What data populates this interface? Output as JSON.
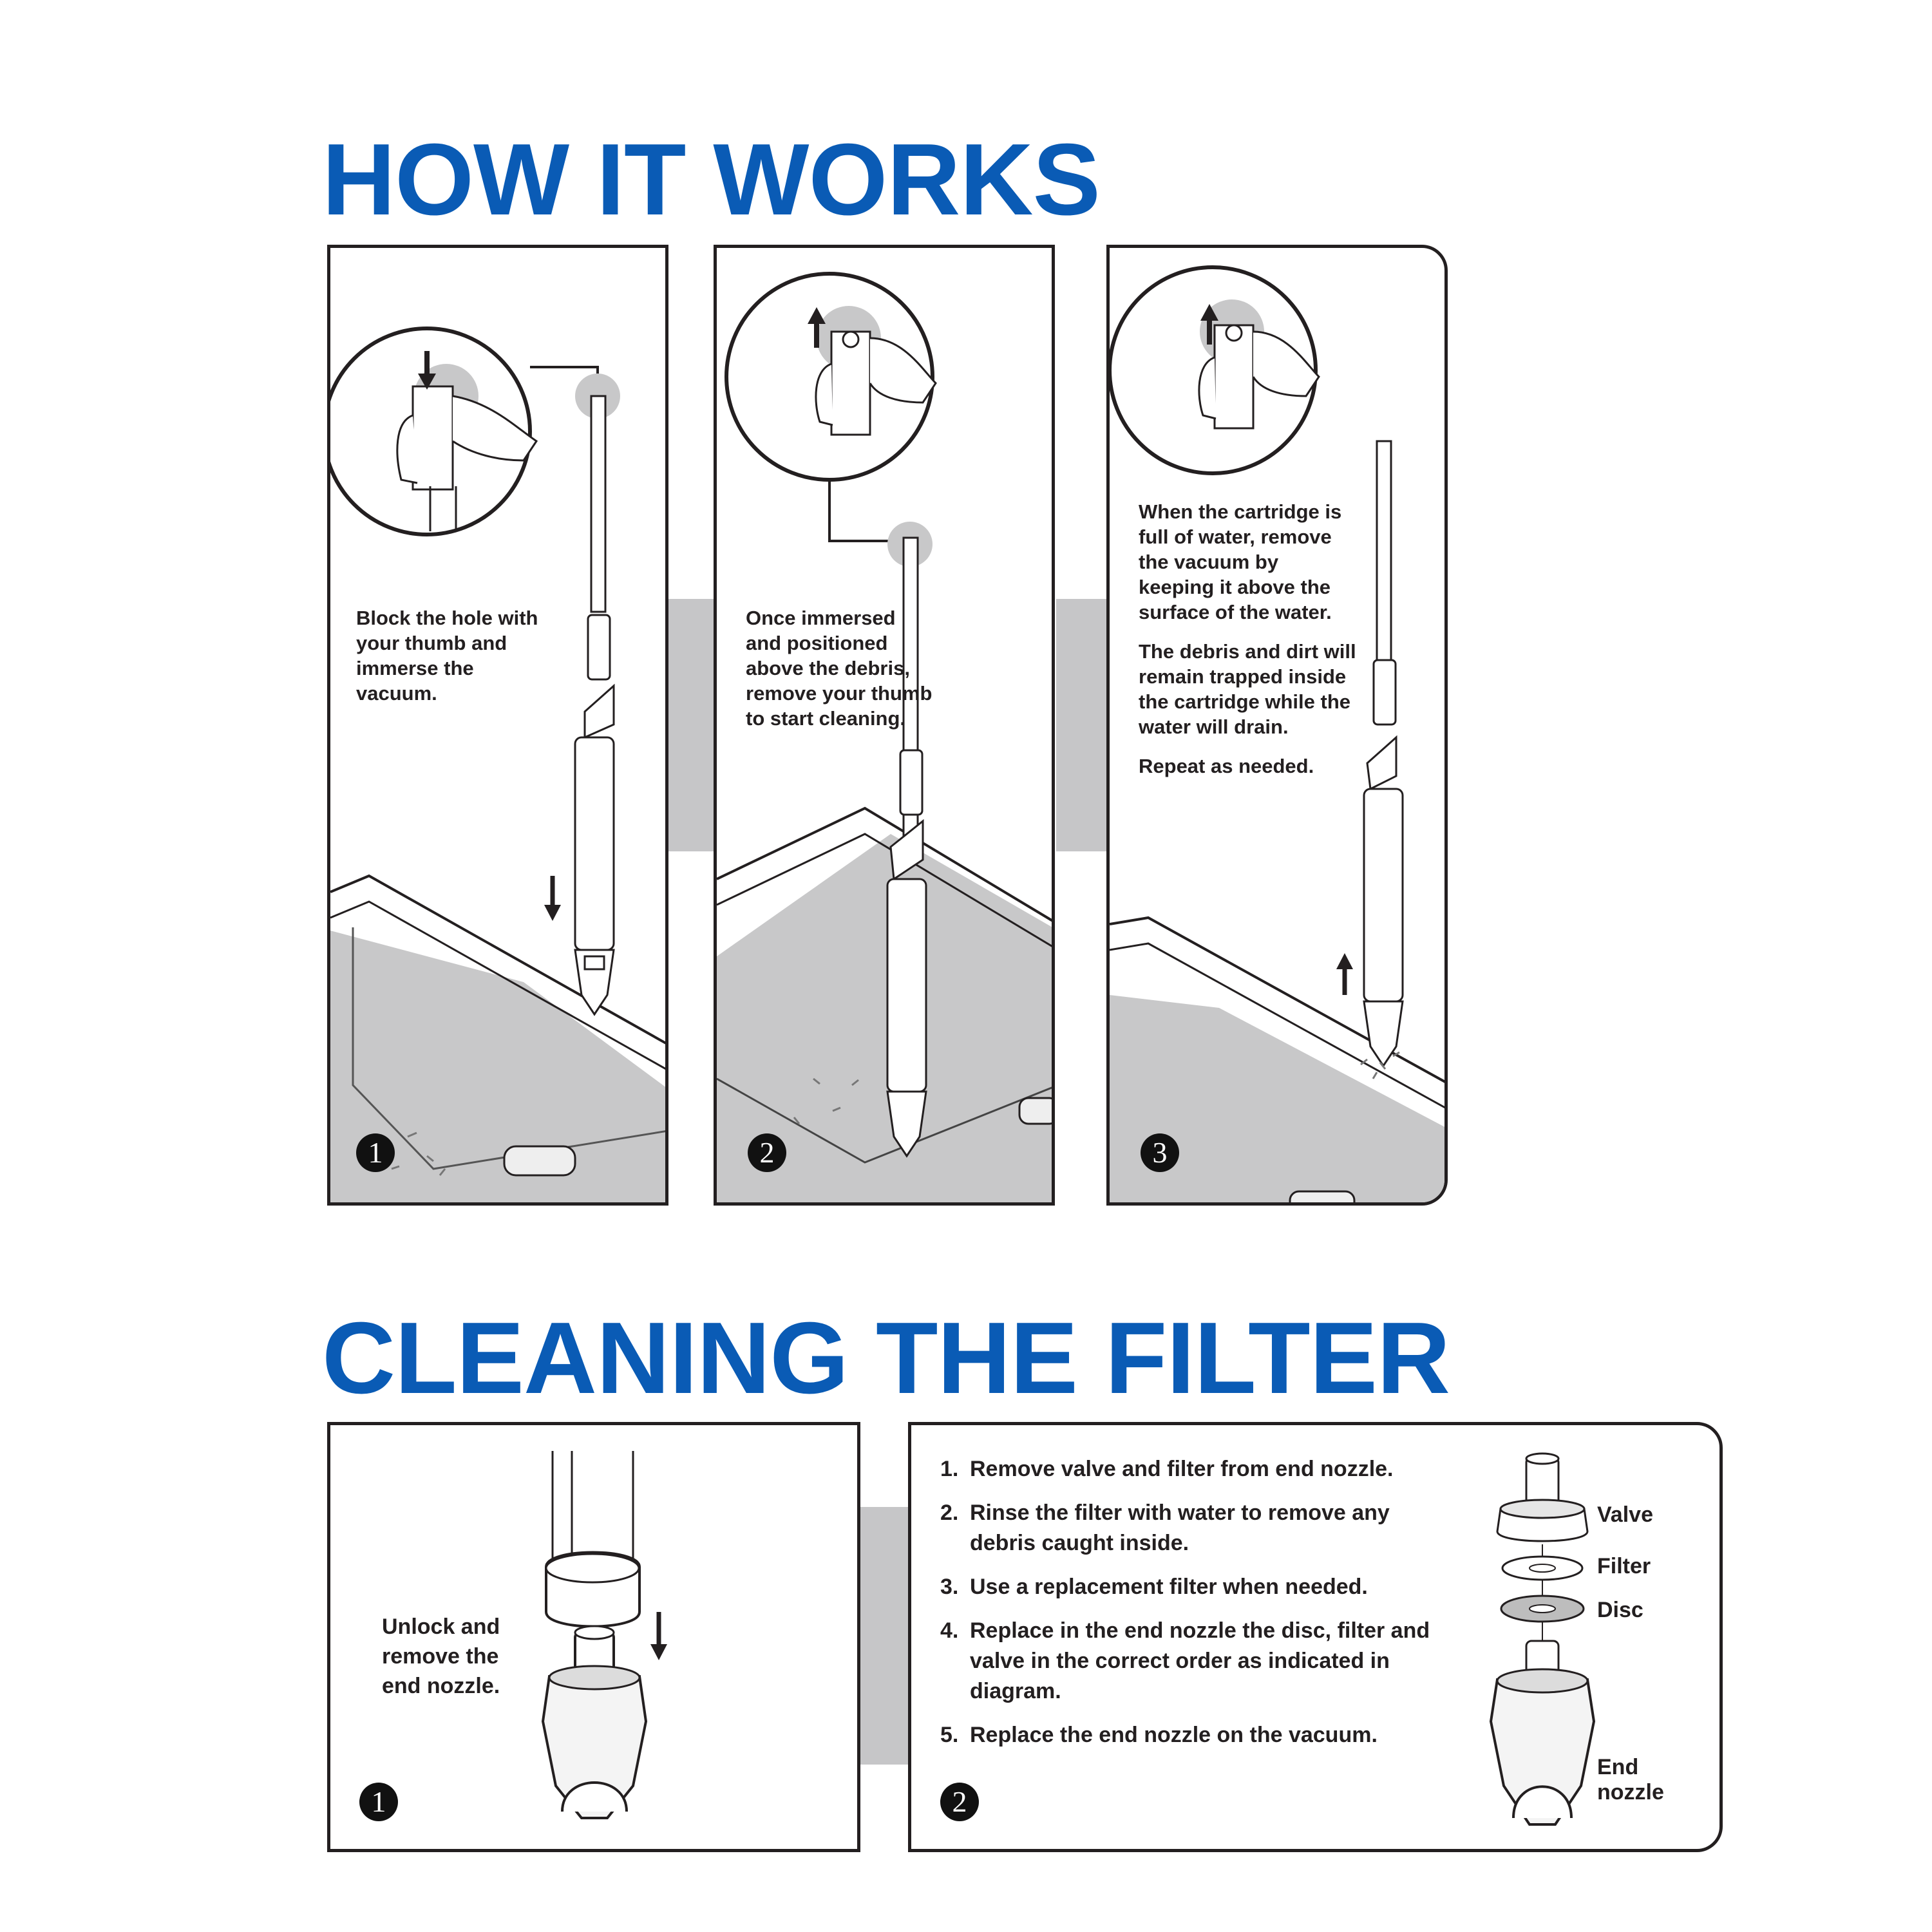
{
  "how_it_works": {
    "title": "HOW IT WORKS",
    "steps": [
      {
        "number": "1",
        "text": "Block the hole with your thumb and immerse the vacuum."
      },
      {
        "number": "2",
        "text": "Once immersed and positioned above the debris, remove your thumb to start cleaning."
      },
      {
        "number": "3",
        "paragraphs": [
          "When the cartridge is full of water, remove the vacuum by keeping it above the surface of the water.",
          "The debris and dirt will remain trapped inside the cartridge while the water will drain.",
          "Repeat as needed."
        ]
      }
    ]
  },
  "cleaning_filter": {
    "title": "CLEANING THE FILTER",
    "step1": {
      "number": "1",
      "text": "Unlock and remove the end nozzle."
    },
    "step2": {
      "number": "2",
      "instructions": [
        {
          "num": "1.",
          "text": "Remove valve and filter from end nozzle."
        },
        {
          "num": "2.",
          "text": "Rinse the filter with water to remove any debris caught inside."
        },
        {
          "num": "3.",
          "text": "Use a replacement filter when needed."
        },
        {
          "num": "4.",
          "text": "Replace in the end nozzle the disc, filter and valve in the correct order as indicated in diagram."
        },
        {
          "num": "5.",
          "text": "Replace the end nozzle on the vacuum."
        }
      ],
      "parts": {
        "valve": "Valve",
        "filter": "Filter",
        "disc": "Disc",
        "end_nozzle": "End nozzle"
      }
    }
  }
}
